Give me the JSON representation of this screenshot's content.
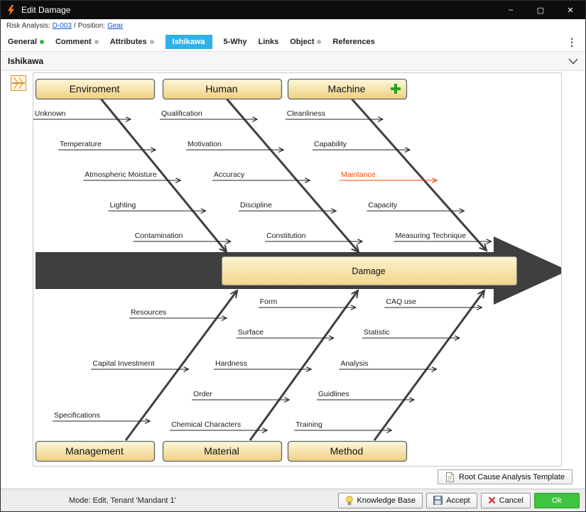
{
  "window": {
    "title": "Edit Damage"
  },
  "titlebar_controls": {
    "minimize": "–",
    "maximize": "▢",
    "close": "✕"
  },
  "breadcrumb": {
    "risk_label": "Risk Analysis:",
    "risk_value": "D-003",
    "separator": "/",
    "position_label": "Position:",
    "position_value": "Gear"
  },
  "tabs": [
    {
      "label": "General",
      "dot": "#3fae49"
    },
    {
      "label": "Comment",
      "dot": "#b5b5b5"
    },
    {
      "label": "Attributes",
      "dot": "#b5b5b5"
    },
    {
      "label": "Ishikawa",
      "active": true
    },
    {
      "label": "5-Why"
    },
    {
      "label": "Links"
    },
    {
      "label": "Object",
      "dot": "#b5b5b5"
    },
    {
      "label": "References"
    }
  ],
  "menu_icon": "⋮",
  "section": {
    "title": "Ishikawa"
  },
  "diagram": {
    "type": "fishbone",
    "effect": "Damage",
    "top_branches": [
      {
        "category": "Enviroment",
        "causes": [
          "Unknown",
          "Temperature",
          "Atmospheric Moisture",
          "Lighting",
          "Contamination"
        ]
      },
      {
        "category": "Human",
        "causes": [
          "Qualification",
          "Motivation",
          "Accuracy",
          "Discipline",
          "Constitution"
        ]
      },
      {
        "category": "Machine",
        "causes": [
          "Cleanliness",
          "Capability",
          "Maintance",
          "Capacity",
          "Measuring Technique"
        ],
        "highlighted": "Maintance",
        "add_button": true
      }
    ],
    "bottom_branches": [
      {
        "category": "Management",
        "causes": [
          "Resources",
          "Capital Investment",
          "Specifications"
        ]
      },
      {
        "category": "Material",
        "causes": [
          "Form",
          "Surface",
          "Hardness",
          "Order",
          "Chemical Characters"
        ]
      },
      {
        "category": "Method",
        "causes": [
          "CAQ use",
          "Statistic",
          "Analysis",
          "Guidlines",
          "Training"
        ]
      }
    ],
    "colors": {
      "highlight": "#ff4a00",
      "spine": "#3f3f3f",
      "box_top": "#fdf8dc",
      "box_bottom": "#f0cf7e",
      "arrow": "#222222"
    }
  },
  "template_button": {
    "label": "Root Cause Analysis Template"
  },
  "statusbar": {
    "status": "Mode: Edit, Tenant 'Mandant 1'",
    "buttons": {
      "knowledge_base": "Knowledge Base",
      "accept": "Accept",
      "cancel": "Cancel",
      "ok": "Ok"
    }
  }
}
